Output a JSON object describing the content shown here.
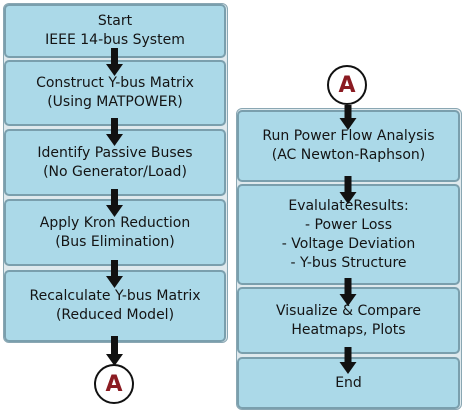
{
  "left_column": [
    {
      "line1": "Start",
      "line2": "IEEE 14-bus System"
    },
    {
      "line1": "Construct Y-bus Matrix",
      "line2": "(Using MATPOWER)"
    },
    {
      "line1": "Identify Passive Buses",
      "line2": "(No Generator/Load)"
    },
    {
      "line1": "Apply Kron Reduction",
      "line2": "(Bus Elimination)"
    },
    {
      "line1": "Recalculate Y-bus Matrix",
      "line2": "(Reduced Model)"
    }
  ],
  "right_column": [
    {
      "line1": "Run Power Flow Analysis",
      "line2": "(AC Newton-Raphson)"
    },
    {
      "line1": "EvalulateResults:",
      "line2": "- Power Loss",
      "line3": "- Voltage Deviation",
      "line4": "- Y-bus Structure"
    },
    {
      "line1": "Visualize & Compare",
      "line2": "Heatmaps, Plots"
    },
    {
      "line1": "End"
    }
  ],
  "connector_label": "A",
  "colors": {
    "box_fill": "#abd9e8",
    "box_border": "#7a9fad",
    "arrow": "#111111",
    "connector_text": "#8b1b22"
  }
}
